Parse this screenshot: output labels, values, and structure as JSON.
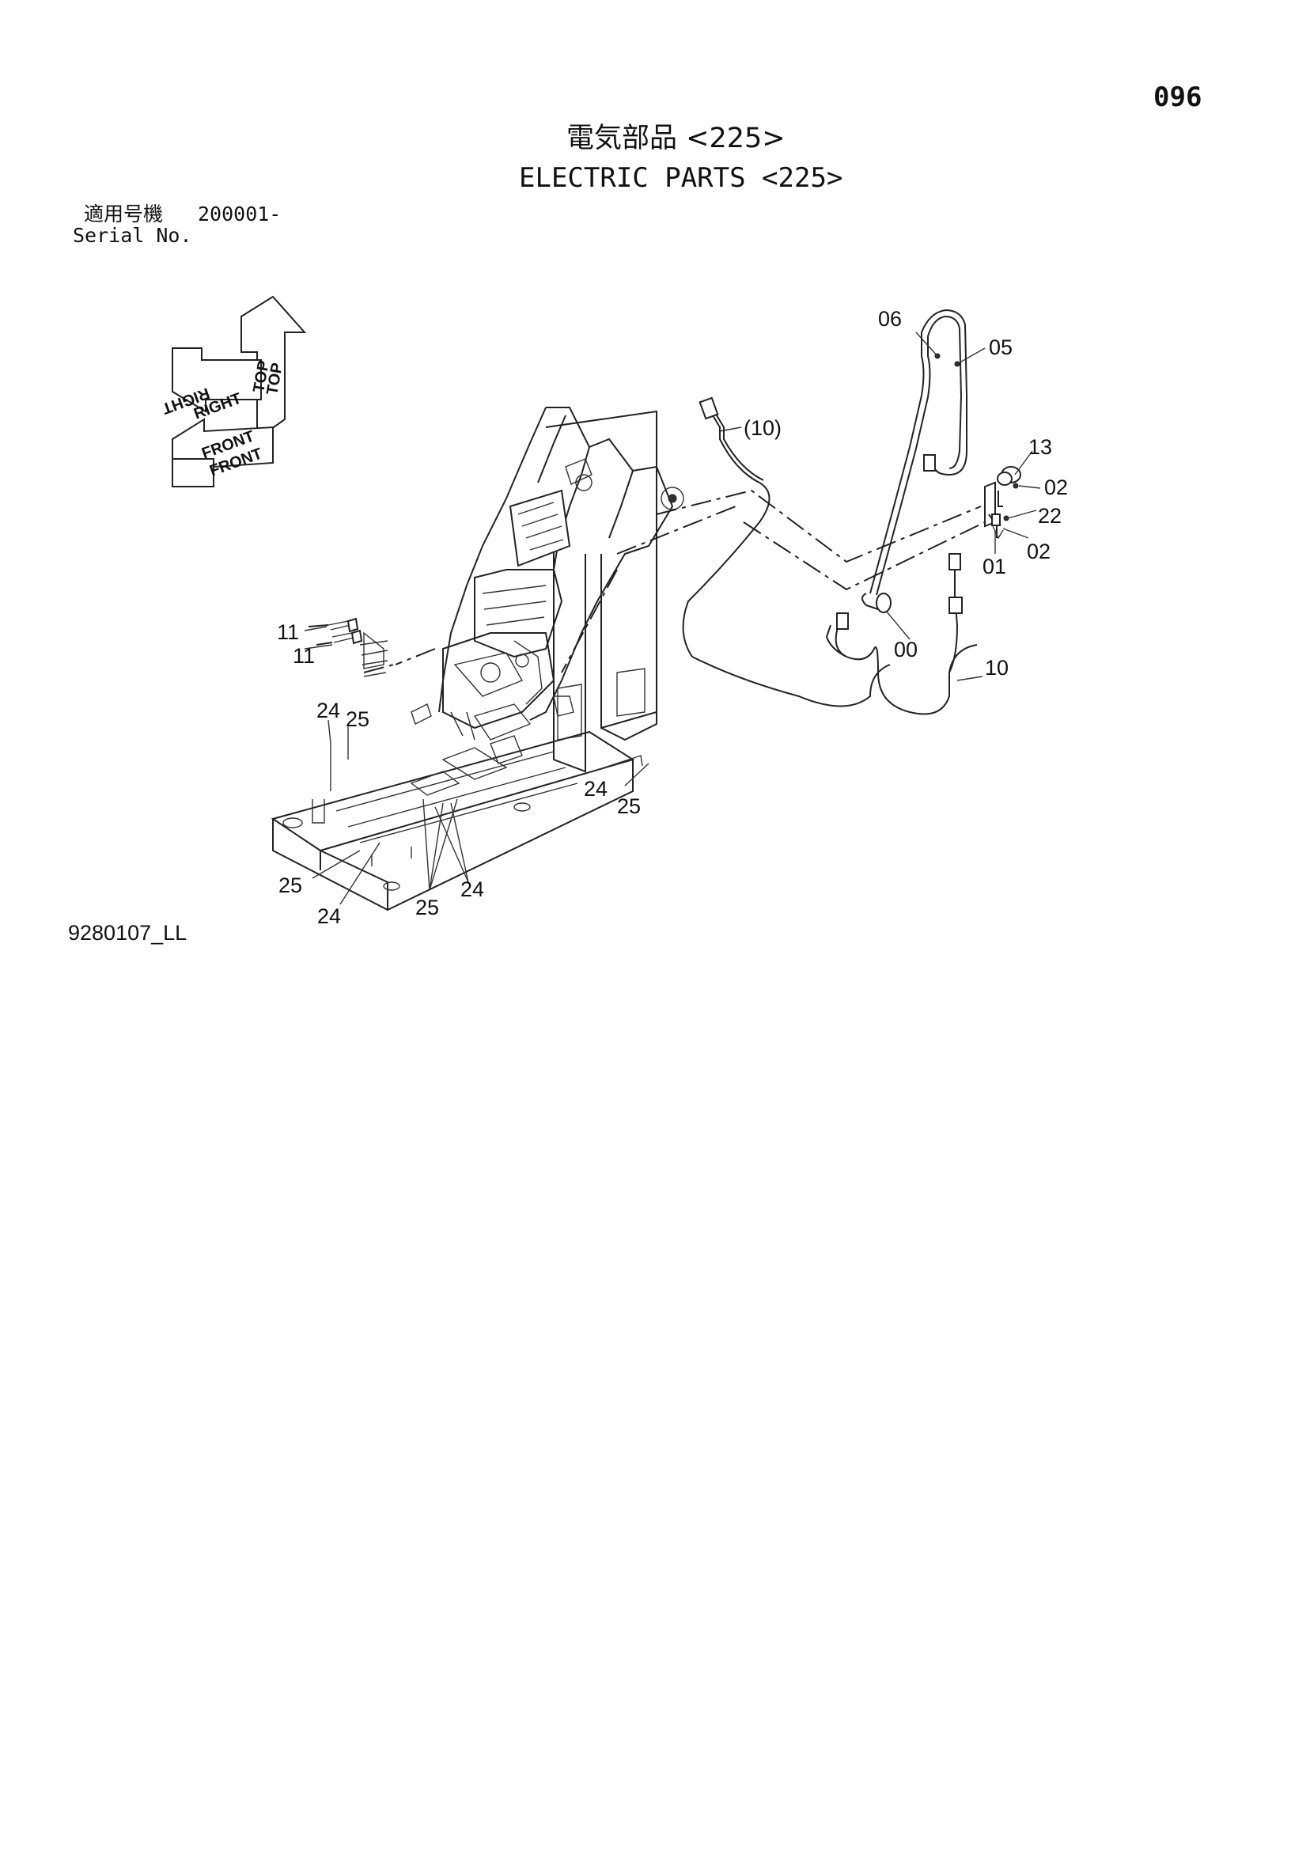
{
  "page_number": "096",
  "title_ja": "電気部品 <225>",
  "title_en": "ELECTRIC PARTS <225>",
  "serial": {
    "label_ja": "適用号機",
    "range": "200001-",
    "label_en": "Serial No."
  },
  "figure_id": "9280107_LL",
  "orientation": {
    "top": "TOP",
    "right": "RIGHT",
    "front": "FRONT"
  },
  "callouts": [
    "06",
    "05",
    "(10)",
    "13",
    "02",
    "22",
    "02",
    "01",
    "00",
    "10",
    "11",
    "11",
    "24",
    "25",
    "24",
    "25",
    "25",
    "24",
    "25",
    "24"
  ]
}
